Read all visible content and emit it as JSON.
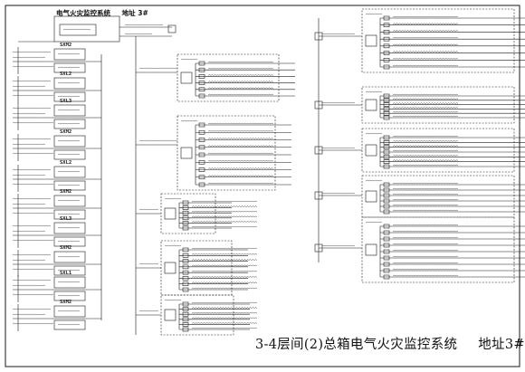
{
  "title": {
    "main": "3-4层间(2)总箱电气火灾监控系统",
    "address": "地址3#"
  },
  "monitor_header": {
    "system_name": "电气火灾监控系统",
    "address": "地址 3#"
  },
  "left_column": {
    "devices": [
      "SXM2",
      "SXL2",
      "SXL3",
      "SXM2",
      "SXL2",
      "SXM2",
      "SXL3",
      "SXM2",
      "SXL1",
      "SXM2"
    ]
  },
  "colors": {
    "line": "#1a1a1a",
    "background": "#ffffff"
  }
}
